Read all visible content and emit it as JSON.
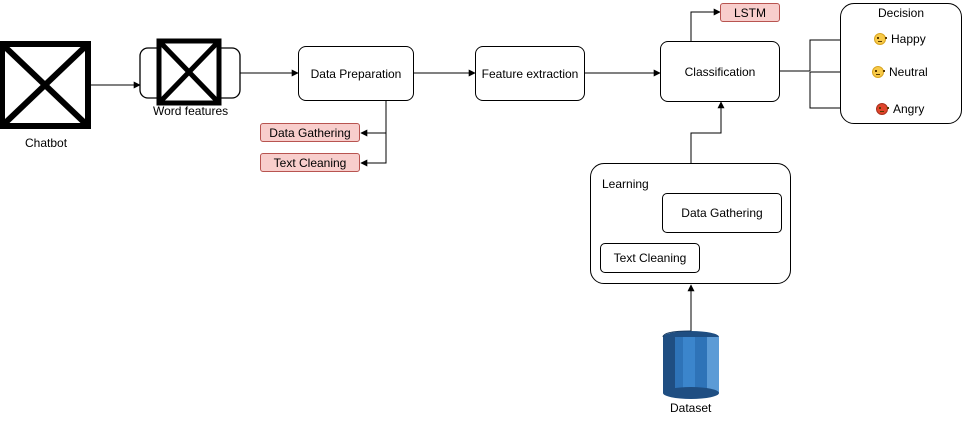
{
  "nodes": {
    "chatbot": "Chatbot",
    "word_features": "Word features",
    "data_preparation": "Data Preparation",
    "feature_extraction": "Feature extraction",
    "classification": "Classification",
    "lstm": "LSTM",
    "data_gathering_prep": "Data Gathering",
    "text_cleaning_prep": "Text Cleaning",
    "learning": "Learning",
    "data_gathering_learn": "Data Gathering",
    "text_cleaning_learn": "Text Cleaning",
    "dataset": "Dataset"
  },
  "decision": {
    "title": "Decision",
    "outputs": [
      {
        "label": "Happy",
        "icon": "grinning-face-icon"
      },
      {
        "label": "Neutral",
        "icon": "neutral-face-icon"
      },
      {
        "label": "Angry",
        "icon": "angry-face-icon"
      }
    ]
  },
  "colors": {
    "highlight_fill": "#f8cecc",
    "highlight_stroke": "#b85450",
    "dataset_blue": "#2e73b8"
  }
}
